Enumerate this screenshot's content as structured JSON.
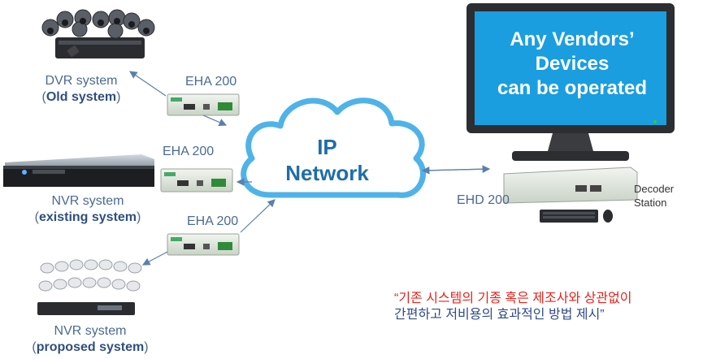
{
  "systems": {
    "dvr": {
      "name": "DVR system",
      "open": "(",
      "bold": "Old system",
      "close": ")"
    },
    "nvr_existing": {
      "name": "NVR system",
      "open": "(",
      "bold": "existing system",
      "close": ")"
    },
    "nvr_proposed": {
      "name": "NVR system",
      "open": "(",
      "bold": "proposed system",
      "close": ")"
    }
  },
  "encoders": {
    "top": "EHA 200",
    "middle": "EHA 200",
    "bottom": "EHA 200"
  },
  "cloud": {
    "line1": "IP",
    "line2": "Network"
  },
  "monitor": {
    "line1": "Any Vendors’",
    "line2": "Devices",
    "line3": "can be operated"
  },
  "decoder": {
    "model": "EHD 200",
    "label_line1": "Decoder",
    "label_line2": "Station"
  },
  "note": {
    "line1": "“기존 시스템의 기종 혹은 제조사와 상관없이",
    "line2": "간편하고 저비용의 효과적인 방법 제시”"
  },
  "colors": {
    "arrow": "#5b7fae",
    "cloud_fill": "#ffffff",
    "cloud_stroke": "#4fb3e8",
    "cloud_text": "#1e6ea8",
    "monitor_screen": "#1a9ee0",
    "note_red": "#e4221b",
    "note_blue": "#2f4a8a"
  }
}
